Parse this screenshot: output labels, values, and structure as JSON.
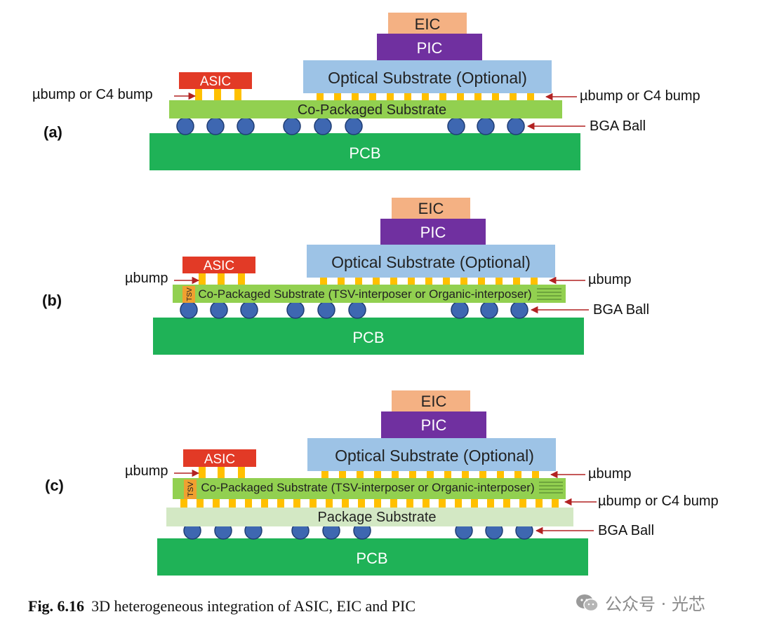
{
  "colors": {
    "eic": "#f4b183",
    "pic": "#7030a0",
    "optical": "#9dc3e6",
    "asic": "#e23a26",
    "copackaged": "#92d050",
    "package": "#d3e8c4",
    "pcb": "#1fb257",
    "bump": "#ffc000",
    "ball": "#3e67b1",
    "arrow": "#b22222"
  },
  "panels": [
    {
      "id": "a",
      "label": "(a)",
      "eic": "EIC",
      "pic": "PIC",
      "optical": "Optical Substrate (Optional)",
      "asic": "ASIC",
      "substrate": "Co-Packaged Substrate",
      "pcb": "PCB",
      "left_bump_label": "µbump or C4 bump",
      "right_bump_label": "µbump or C4 bump",
      "ball_label": "BGA Ball"
    },
    {
      "id": "b",
      "label": "(b)",
      "eic": "EIC",
      "pic": "PIC",
      "optical": "Optical Substrate (Optional)",
      "asic": "ASIC",
      "substrate": "Co-Packaged Substrate (TSV-interposer or Organic-interposer)",
      "tsv": "TSV",
      "pcb": "PCB",
      "left_bump_label": "µbump",
      "right_bump_label": "µbump",
      "ball_label": "BGA Ball"
    },
    {
      "id": "c",
      "label": "(c)",
      "eic": "EIC",
      "pic": "PIC",
      "optical": "Optical Substrate (Optional)",
      "asic": "ASIC",
      "substrate": "Co-Packaged Substrate (TSV-interposer or Organic-interposer)",
      "tsv": "TSV",
      "package": "Package Substrate",
      "pcb": "PCB",
      "left_bump_label": "µbump",
      "right_bump_label": "µbump",
      "lower_bump_label": "µbump or C4 bump",
      "ball_label": "BGA Ball"
    }
  ],
  "caption": {
    "number": "Fig. 6.16",
    "text": "3D heterogeneous integration of ASIC, EIC and PIC"
  },
  "watermark": {
    "text": "公众号 · 光芯",
    "icon": "wechat-icon"
  }
}
